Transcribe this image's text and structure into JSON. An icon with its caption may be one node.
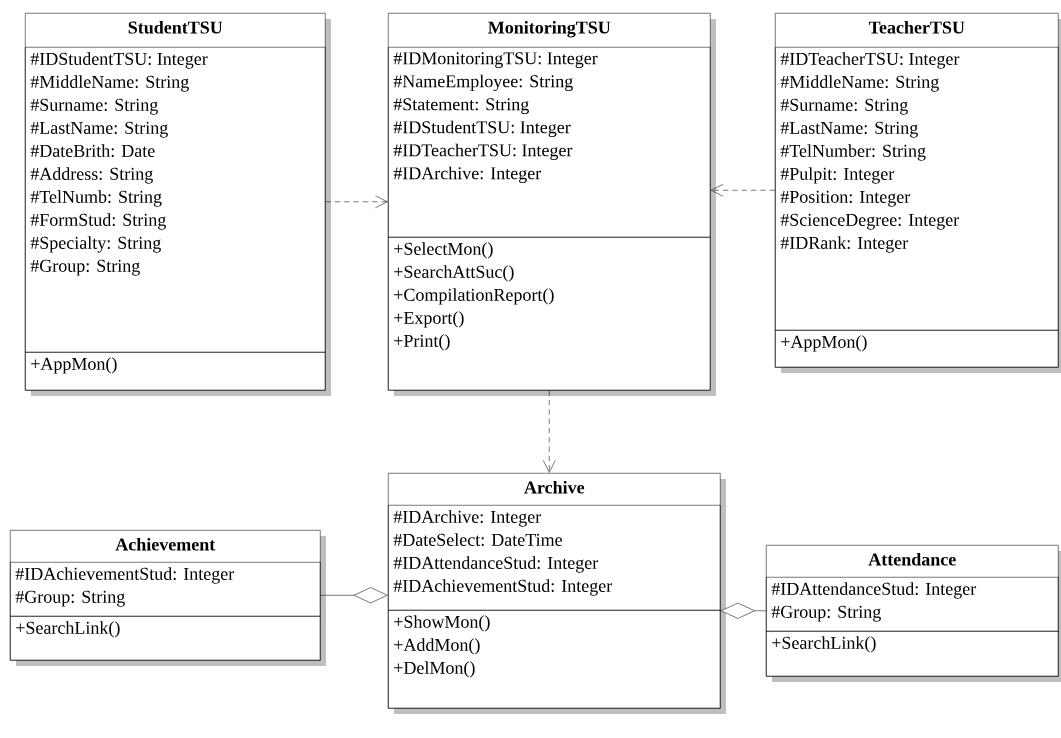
{
  "diagram": {
    "nodes": [
      {
        "text": [
          "StudentTSU"
        ]
      },
      {
        "text": [
          "#IDStudentTSU: Integer",
          "#MiddleName: String",
          "#Surname: String",
          "#LastName: String",
          "#DateBrith: Date",
          "#Address: String",
          "#TelNumb: String",
          "#FormStud: String",
          "#Specialty: String",
          "#Group: String"
        ],
        "in": 0
      },
      {
        "text": [
          "+AppMon()"
        ],
        "in": 0
      },
      {
        "text": [
          "MonitoringTSU"
        ]
      },
      {
        "text": [
          "#IDMonitoringTSU: Integer",
          "#NameEmployee: String",
          "#Statement: String",
          "#IDStudentTSU: Integer",
          "#IDTeacherTSU: Integer",
          "#IDArchive: Integer"
        ],
        "in": 3
      },
      {
        "text": [
          "+SelectMon()",
          "+SearchAttSuc()",
          "+CompilationReport()",
          "+Export()",
          "+Print()"
        ],
        "in": 3
      },
      {
        "text": [
          "TeacherTSU"
        ]
      },
      {
        "text": [
          "#IDTeacherTSU: Integer",
          "#MiddleName: String",
          "#Surname: String",
          "#LastName: String",
          "#TelNumber: String",
          "#Pulpit: Integer",
          "#Position: Integer",
          "#ScienceDegree: Integer",
          "#IDRank: Integer"
        ],
        "in": 6
      },
      {
        "text": [
          "+AppMon()"
        ],
        "in": 6
      },
      {
        "text": [
          "Archive"
        ]
      },
      {
        "text": [
          "#IDArchive: Integer",
          "#DateSelect: DateTime",
          "#IDAttendanceStud: Integer",
          "#IDAchievementStud: Integer"
        ],
        "in": 9
      },
      {
        "text": [
          "+ShowMon()",
          "+AddMon()",
          "+DelMon()"
        ],
        "in": 9
      },
      {
        "text": [
          "Achievement"
        ]
      },
      {
        "text": [
          "#IDAchievementStud: Integer",
          "#Group: String"
        ],
        "in": 12
      },
      {
        "text": [
          "+SearchLink()"
        ],
        "in": 12
      },
      {
        "text": [
          "Attendance"
        ]
      },
      {
        "text": [
          "#IDAttendanceStud: Integer",
          "#Group: String"
        ],
        "in": 15
      },
      {
        "text": [
          "+SearchLink()"
        ],
        "in": 15
      }
    ],
    "edges": [
      {
        "from": 0,
        "to": 3,
        "arrow": "to",
        "style": "dashed"
      },
      {
        "from": 6,
        "to": 3,
        "arrow": "to",
        "style": "dashed"
      },
      {
        "from": 3,
        "to": 9,
        "arrow": "to",
        "style": "dashed"
      },
      {
        "from": 12,
        "to": 9,
        "arrow": "other"
      },
      {
        "from": 15,
        "to": 9,
        "arrow": "other"
      }
    ]
  }
}
